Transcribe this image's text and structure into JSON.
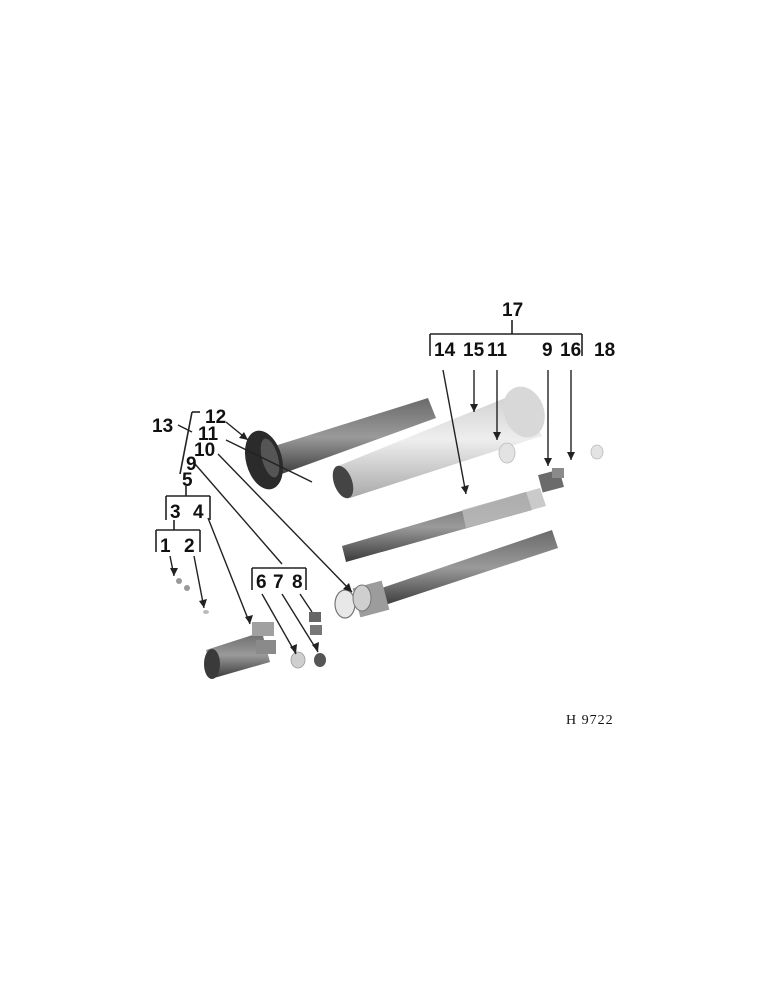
{
  "diagram": {
    "figure_ref": "H 9722",
    "callouts": {
      "c1": "1",
      "c2": "2",
      "c3": "3",
      "c4": "4",
      "c5": "5",
      "c6": "6",
      "c7": "7",
      "c8": "8",
      "c9a": "9",
      "c9b": "9",
      "c10": "10",
      "c11a": "11",
      "c11b": "11",
      "c12": "12",
      "c13": "13",
      "c14": "14",
      "c15": "15",
      "c16": "16",
      "c17": "17",
      "c18": "18"
    }
  }
}
